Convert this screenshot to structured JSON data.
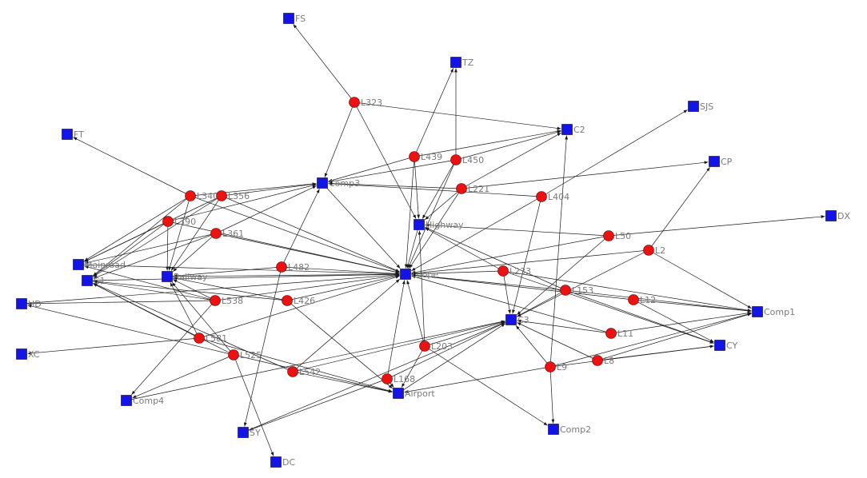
{
  "colors": {
    "square_node": "#1414e6",
    "circle_node": "#ee1111",
    "edge": "#1a1a1a",
    "label": "#7a7a7a",
    "background": "#ffffff"
  },
  "nodes": [
    {
      "id": "FS",
      "label": "FS",
      "shape": "square"
    },
    {
      "id": "TZ",
      "label": "TZ",
      "shape": "square"
    },
    {
      "id": "SJS",
      "label": "SJS",
      "shape": "square"
    },
    {
      "id": "C2",
      "label": "C2",
      "shape": "square"
    },
    {
      "id": "FT",
      "label": "FT",
      "shape": "square"
    },
    {
      "id": "CP",
      "label": "CP",
      "shape": "square"
    },
    {
      "id": "Comp3",
      "label": "Comp3",
      "shape": "square"
    },
    {
      "id": "Highway",
      "label": "Highway",
      "shape": "square"
    },
    {
      "id": "DX",
      "label": "DX",
      "shape": "square"
    },
    {
      "id": "Mainroad",
      "label": "Mainroad",
      "shape": "square"
    },
    {
      "id": "C1",
      "label": "C1",
      "shape": "square"
    },
    {
      "id": "Railway",
      "label": "Railway",
      "shape": "square"
    },
    {
      "id": "Loope",
      "label": "Loope",
      "shape": "square"
    },
    {
      "id": "HD",
      "label": "HD",
      "shape": "square"
    },
    {
      "id": "C3",
      "label": "C3",
      "shape": "square"
    },
    {
      "id": "Comp1",
      "label": "Comp1",
      "shape": "square"
    },
    {
      "id": "XC",
      "label": "XC",
      "shape": "square"
    },
    {
      "id": "CY",
      "label": "CY",
      "shape": "square"
    },
    {
      "id": "Airport",
      "label": "Airport",
      "shape": "square"
    },
    {
      "id": "Comp4",
      "label": "Comp4",
      "shape": "square"
    },
    {
      "id": "Comp2",
      "label": "Comp2",
      "shape": "square"
    },
    {
      "id": "SY",
      "label": "SY",
      "shape": "square"
    },
    {
      "id": "DC",
      "label": "DC",
      "shape": "square"
    },
    {
      "id": "L323",
      "label": "L323",
      "shape": "circle"
    },
    {
      "id": "L439",
      "label": "L439",
      "shape": "circle"
    },
    {
      "id": "L450",
      "label": "L450",
      "shape": "circle"
    },
    {
      "id": "L221",
      "label": "L221",
      "shape": "circle"
    },
    {
      "id": "L404",
      "label": "L404",
      "shape": "circle"
    },
    {
      "id": "L340",
      "label": "L340",
      "shape": "circle"
    },
    {
      "id": "L356",
      "label": "L356",
      "shape": "circle"
    },
    {
      "id": "L390",
      "label": "L390",
      "shape": "circle"
    },
    {
      "id": "L361",
      "label": "L361",
      "shape": "circle"
    },
    {
      "id": "L50",
      "label": "L50",
      "shape": "circle"
    },
    {
      "id": "L2",
      "label": "L2",
      "shape": "circle"
    },
    {
      "id": "L482",
      "label": "L482",
      "shape": "circle"
    },
    {
      "id": "L233",
      "label": "L233",
      "shape": "circle"
    },
    {
      "id": "L153",
      "label": "L153",
      "shape": "circle"
    },
    {
      "id": "L538",
      "label": "L538",
      "shape": "circle"
    },
    {
      "id": "L426",
      "label": "L426",
      "shape": "circle"
    },
    {
      "id": "L12",
      "label": "L12",
      "shape": "circle"
    },
    {
      "id": "L11",
      "label": "L11",
      "shape": "circle"
    },
    {
      "id": "L581",
      "label": "L581",
      "shape": "circle"
    },
    {
      "id": "L525",
      "label": "L525",
      "shape": "circle"
    },
    {
      "id": "L203",
      "label": "L203",
      "shape": "circle"
    },
    {
      "id": "L9",
      "label": "L9",
      "shape": "circle"
    },
    {
      "id": "L8",
      "label": "L8",
      "shape": "circle"
    },
    {
      "id": "L542",
      "label": "L542",
      "shape": "circle"
    },
    {
      "id": "L168",
      "label": "L168",
      "shape": "circle"
    }
  ],
  "edges": [
    [
      "L323",
      "FS"
    ],
    [
      "L323",
      "Comp3"
    ],
    [
      "L323",
      "C2"
    ],
    [
      "L323",
      "Highway"
    ],
    [
      "L439",
      "TZ"
    ],
    [
      "L439",
      "C2"
    ],
    [
      "L439",
      "Highway"
    ],
    [
      "L439",
      "Comp3"
    ],
    [
      "L439",
      "Loope"
    ],
    [
      "L450",
      "TZ"
    ],
    [
      "L450",
      "C2"
    ],
    [
      "L450",
      "Highway"
    ],
    [
      "L450",
      "Comp3"
    ],
    [
      "L450",
      "Loope"
    ],
    [
      "L221",
      "CP"
    ],
    [
      "L221",
      "C2"
    ],
    [
      "L221",
      "Comp3"
    ],
    [
      "L221",
      "Highway"
    ],
    [
      "L221",
      "Loope"
    ],
    [
      "L404",
      "SJS"
    ],
    [
      "L404",
      "Comp3"
    ],
    [
      "L404",
      "C3"
    ],
    [
      "L404",
      "Loope"
    ],
    [
      "L340",
      "FT"
    ],
    [
      "L340",
      "Comp3"
    ],
    [
      "L340",
      "Loope"
    ],
    [
      "L340",
      "C1"
    ],
    [
      "L340",
      "Mainroad"
    ],
    [
      "L340",
      "Railway"
    ],
    [
      "L356",
      "Comp3"
    ],
    [
      "L356",
      "Mainroad"
    ],
    [
      "L356",
      "Railway"
    ],
    [
      "L356",
      "Loope"
    ],
    [
      "L356",
      "C1"
    ],
    [
      "L390",
      "Comp3"
    ],
    [
      "L390",
      "Mainroad"
    ],
    [
      "L390",
      "C1"
    ],
    [
      "L390",
      "Railway"
    ],
    [
      "L390",
      "Loope"
    ],
    [
      "L361",
      "Comp3"
    ],
    [
      "L361",
      "Mainroad"
    ],
    [
      "L361",
      "Railway"
    ],
    [
      "L361",
      "Loope"
    ],
    [
      "L361",
      "C1"
    ],
    [
      "L50",
      "DX"
    ],
    [
      "L50",
      "Loope"
    ],
    [
      "L50",
      "Highway"
    ],
    [
      "L50",
      "C3"
    ],
    [
      "L2",
      "CP"
    ],
    [
      "L2",
      "Comp1"
    ],
    [
      "L2",
      "Loope"
    ],
    [
      "L2",
      "C3"
    ],
    [
      "L482",
      "Comp3"
    ],
    [
      "L482",
      "Railway"
    ],
    [
      "L482",
      "Loope"
    ],
    [
      "L482",
      "SY"
    ],
    [
      "L233",
      "Highway"
    ],
    [
      "L233",
      "Loope"
    ],
    [
      "L233",
      "C3"
    ],
    [
      "L233",
      "CY"
    ],
    [
      "L233",
      "Comp1"
    ],
    [
      "L153",
      "Loope"
    ],
    [
      "L153",
      "Highway"
    ],
    [
      "L153",
      "C3"
    ],
    [
      "L153",
      "Comp1"
    ],
    [
      "L153",
      "CY"
    ],
    [
      "L538",
      "C1"
    ],
    [
      "L538",
      "HD"
    ],
    [
      "L538",
      "Mainroad"
    ],
    [
      "L538",
      "Loope"
    ],
    [
      "L538",
      "Comp4"
    ],
    [
      "L538",
      "Railway"
    ],
    [
      "L426",
      "Railway"
    ],
    [
      "L426",
      "Loope"
    ],
    [
      "L426",
      "Airport"
    ],
    [
      "L426",
      "C1"
    ],
    [
      "L12",
      "Loope"
    ],
    [
      "L12",
      "Comp1"
    ],
    [
      "L12",
      "CY"
    ],
    [
      "L11",
      "C3"
    ],
    [
      "L11",
      "Comp1"
    ],
    [
      "L11",
      "Loope"
    ],
    [
      "L581",
      "Railway"
    ],
    [
      "L581",
      "C1"
    ],
    [
      "L581",
      "XC"
    ],
    [
      "L581",
      "Loope"
    ],
    [
      "L581",
      "Airport"
    ],
    [
      "L525",
      "C1"
    ],
    [
      "L525",
      "Railway"
    ],
    [
      "L525",
      "HD"
    ],
    [
      "L525",
      "Airport"
    ],
    [
      "L525",
      "DC"
    ],
    [
      "L525",
      "Comp4"
    ],
    [
      "L203",
      "Loope"
    ],
    [
      "L203",
      "Comp2"
    ],
    [
      "L203",
      "C3"
    ],
    [
      "L203",
      "Highway"
    ],
    [
      "L203",
      "Airport"
    ],
    [
      "L9",
      "Airport"
    ],
    [
      "L9",
      "Comp2"
    ],
    [
      "L9",
      "C3"
    ],
    [
      "L9",
      "Comp1"
    ],
    [
      "L9",
      "CY"
    ],
    [
      "L9",
      "C2"
    ],
    [
      "L8",
      "C3"
    ],
    [
      "L8",
      "Comp1"
    ],
    [
      "L8",
      "CY"
    ],
    [
      "L542",
      "Airport"
    ],
    [
      "L542",
      "Loope"
    ],
    [
      "L542",
      "C1"
    ],
    [
      "L542",
      "C3"
    ],
    [
      "L168",
      "Loope"
    ],
    [
      "L168",
      "Airport"
    ],
    [
      "L168",
      "C3"
    ],
    [
      "L168",
      "SY"
    ],
    [
      "Mainroad",
      "Loope"
    ],
    [
      "C1",
      "Loope"
    ],
    [
      "Railway",
      "Loope"
    ],
    [
      "HD",
      "Loope"
    ],
    [
      "Comp4",
      "C3"
    ],
    [
      "SY",
      "C3"
    ],
    [
      "Airport",
      "C3"
    ],
    [
      "Highway",
      "Loope"
    ],
    [
      "Comp3",
      "Loope"
    ]
  ]
}
